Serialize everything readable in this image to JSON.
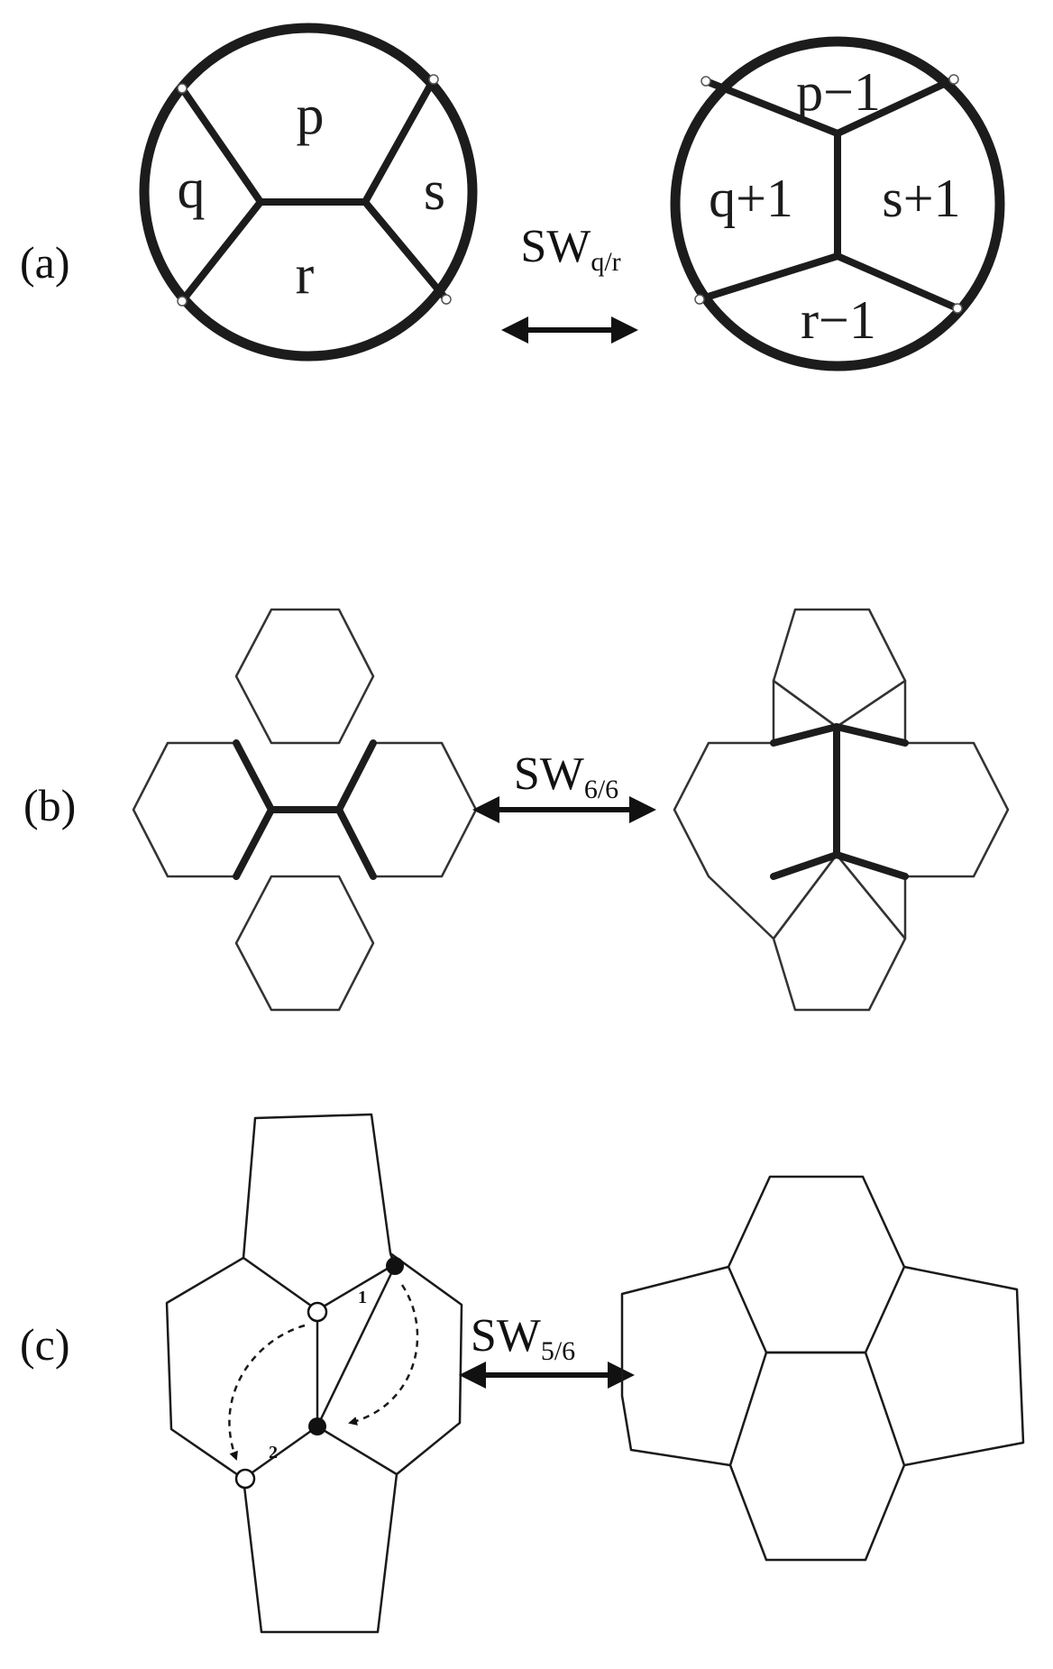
{
  "panels": [
    {
      "id": "a",
      "label": "(a)",
      "transform_label": {
        "base": "SW",
        "sub": "q/r"
      },
      "left_faces": [
        "p",
        "q",
        "s",
        "r"
      ],
      "right_faces": [
        "p−1",
        "q+1",
        "s+1",
        "r−1"
      ]
    },
    {
      "id": "b",
      "label": "(b)",
      "transform_label": {
        "base": "SW",
        "sub": "6/6"
      }
    },
    {
      "id": "c",
      "label": "(c)",
      "transform_label": {
        "base": "SW",
        "sub": "5/6"
      },
      "step_labels": [
        "1",
        "2"
      ]
    }
  ],
  "colors": {
    "ink": "#1c1c1c",
    "background": "#ffffff"
  }
}
